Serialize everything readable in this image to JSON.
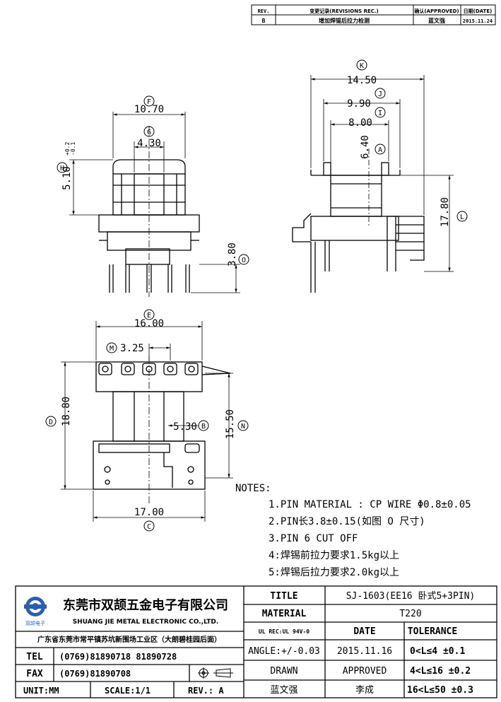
{
  "revision_table": {
    "headers": {
      "rev": "REV.",
      "record": "变更记录(REVISIONS REC.)",
      "approved": "确认(APPROVED)",
      "date": "日期(DATE)"
    },
    "row": {
      "rev": "B",
      "record": "增加焊锡后拉力检测",
      "approved": "蓝文强",
      "date": "2015.11.24"
    }
  },
  "dimensions": {
    "K": {
      "letter": "K",
      "value": "14.50"
    },
    "J": {
      "letter": "J",
      "value": "9.90"
    },
    "I": {
      "letter": "I",
      "value": "8.00"
    },
    "A": {
      "letter": "A",
      "value": "6.40"
    },
    "L": {
      "letter": "L",
      "value": "17.80"
    },
    "F": {
      "letter": "F",
      "value": "10.70"
    },
    "G": {
      "letter": "G",
      "value": "4.30"
    },
    "H": {
      "letter": "H",
      "value": "5.10",
      "tol_upper": "+0.2",
      "tol_lower": "-0.1"
    },
    "O": {
      "letter": "O",
      "value": "3.80"
    },
    "E": {
      "letter": "E",
      "value": "16.00"
    },
    "M": {
      "letter": "M",
      "value": "3.25"
    },
    "D": {
      "letter": "D",
      "value": "18.80"
    },
    "N": {
      "letter": "N",
      "value": "15.50"
    },
    "B": {
      "letter": "B",
      "value": "5.30"
    },
    "C": {
      "letter": "C",
      "value": "17.00"
    }
  },
  "notes": {
    "heading": "NOTES:",
    "items": [
      "1.PIN MATERIAL : CP WIRE Φ0.8±0.05",
      "2.PIN长3.8±0.15(如图 O 尺寸)",
      "3.PIN 6 CUT OFF",
      "4:焊锡前拉力要求1.5kg以上",
      "5:焊锡后拉力要求2.0kg以上"
    ]
  },
  "title_block": {
    "company_cn": "东莞市双颉五金电子有限公司",
    "company_en": "SHUANG JIE METAL ELECTRONIC CO.,LTD.",
    "logo_text": "双颉电子",
    "address": "广东省东莞市常平镇苏坑新围场工业区（大朗碧桂园后面）",
    "tel_label": "TEL",
    "tel_value": "(0769)81890718 81890728",
    "fax_label": "FAX",
    "fax_value": "(0769)81890708",
    "unit": "UNIT:MM",
    "scale": "SCALE:1/1",
    "rev": "REV.: A",
    "title_label": "TITLE",
    "title_value": "SJ-1603(EE16 卧式5+3PIN)",
    "material_label": "MATERIAL",
    "material_value": "T220",
    "ul_rec": "UL REC:UL 94V-0",
    "date_label": "DATE",
    "tolerance_label": "TOLERANCE",
    "angle": "ANGLE:+/-0.03",
    "date_value": "2015.11.16",
    "tol_1": "0<L≤4   ±0.1",
    "drawn_label": "DRAWN",
    "approved_label": "APPROVED",
    "tol_2": "4<L≤16  ±0.2",
    "drawn_value": "蓝文强",
    "approved_value": "李成",
    "tol_3": "16<L≤50 ±0.3"
  }
}
